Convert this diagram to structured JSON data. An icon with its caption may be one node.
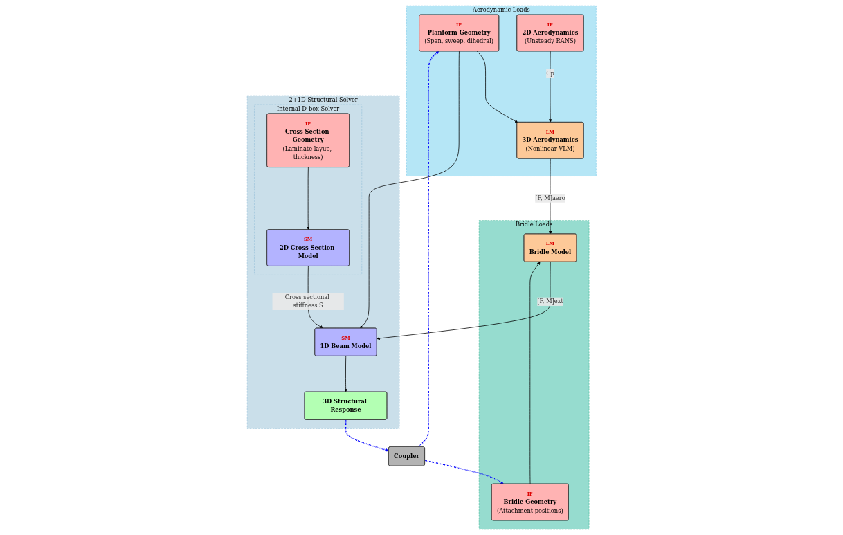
{
  "diagram": {
    "nodes": [
      {
        "text": [
          "Aerodynamic Loads"
        ]
      },
      {
        "text": [
          "IP",
          "Planform Geometry",
          "(Span, sweep, dihedral)"
        ],
        "in": 0
      },
      {
        "text": [
          "LM",
          "3D Aerodynamics",
          "(Nonlinear VLM)"
        ],
        "in": 0
      },
      {
        "text": [
          "IP",
          "2D Aerodynamics",
          "(Unsteady RANS)"
        ],
        "in": 0
      },
      {
        "text": [
          "Bridle Loads"
        ]
      },
      {
        "text": [
          "IP",
          "Bridle Geometry",
          "(Attachment positions)"
        ],
        "in": 4
      },
      {
        "text": [
          "LM",
          "Bridle Model"
        ],
        "in": 4
      },
      {
        "text": [
          "2+1D Structural Solver"
        ]
      },
      {
        "text": [
          "SM",
          "1D Beam Model"
        ],
        "in": 7
      },
      {
        "text": [
          "3D Structural Response"
        ],
        "in": 7
      },
      {
        "text": [
          "Internal D-box Solver"
        ],
        "in": 7
      },
      {
        "text": [
          "IP",
          "Cross Section Geometry",
          "(Laminate layup, thickness)"
        ],
        "in": 10
      },
      {
        "text": [
          "SM",
          "2D Cross Section Model"
        ],
        "in": 10
      },
      {
        "text": [
          "Coupler"
        ]
      }
    ],
    "edges": [
      {
        "from": 1,
        "to": 2,
        "arrow": "to"
      },
      {
        "from": 3,
        "to": 2,
        "arrow": "to",
        "label": "Cp"
      },
      {
        "from": 2,
        "to": 6,
        "arrow": "to",
        "label": "[F, M]aero"
      },
      {
        "from": 1,
        "to": 8,
        "arrow": "to"
      },
      {
        "from": 5,
        "to": 6,
        "arrow": "to"
      },
      {
        "from": 6,
        "to": 8,
        "arrow": "to",
        "label": "[F, M]ext"
      },
      {
        "from": 8,
        "to": 9,
        "arrow": "to"
      },
      {
        "from": 12,
        "to": 8,
        "arrow": "to",
        "label": "Cross sectional stiffness S"
      },
      {
        "from": 11,
        "to": 12,
        "arrow": "to"
      },
      {
        "from": 9,
        "to": 13,
        "arrow": "to",
        "style": "dashed",
        "color": "#0000ff"
      },
      {
        "from": 13,
        "to": 1,
        "arrow": "to",
        "style": "dashed",
        "color": "#0000ff"
      },
      {
        "from": 13,
        "to": 5,
        "arrow": "to",
        "style": "dashed",
        "color": "#0000ff"
      }
    ]
  }
}
